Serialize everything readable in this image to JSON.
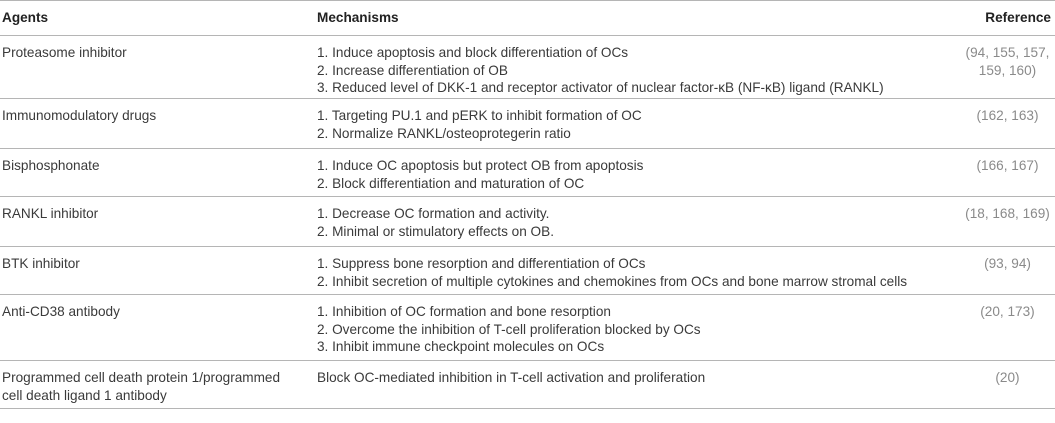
{
  "headers": {
    "agents": "Agents",
    "mechanisms": "Mechanisms",
    "reference": "Reference"
  },
  "rows": [
    {
      "agent": "Proteasome inhibitor",
      "mechanisms": [
        "1. Induce apoptosis and block differentiation of OCs",
        "2. Increase differentiation of OB",
        "3. Reduced level of DKK-1 and receptor activator of nuclear factor-κB (NF-κB) ligand (RANKL)"
      ],
      "reference": [
        "(94, 155, 157,",
        "159, 160)"
      ]
    },
    {
      "agent": "Immunomodulatory drugs",
      "mechanisms": [
        "1. Targeting PU.1 and pERK to inhibit formation of OC",
        "2. Normalize RANKL/osteoprotegerin ratio"
      ],
      "reference": [
        "(162, 163)"
      ]
    },
    {
      "agent": "Bisphosphonate",
      "mechanisms": [
        "1. Induce OC apoptosis but protect OB from apoptosis",
        "2. Block differentiation and maturation of OC"
      ],
      "reference": [
        "(166, 167)"
      ]
    },
    {
      "agent": "RANKL inhibitor",
      "mechanisms": [
        "1. Decrease OC formation and activity.",
        "2. Minimal or stimulatory effects on OB."
      ],
      "reference": [
        "(18, 168, 169)"
      ]
    },
    {
      "agent": "BTK inhibitor",
      "mechanisms": [
        "1. Suppress bone resorption and differentiation of OCs",
        "2. Inhibit secretion of multiple cytokines and chemokines from OCs and bone marrow stromal cells"
      ],
      "reference": [
        "(93, 94)"
      ]
    },
    {
      "agent": "Anti-CD38 antibody",
      "mechanisms": [
        "1. Inhibition of OC formation and bone resorption",
        "2. Overcome the inhibition of T-cell proliferation blocked by OCs",
        "3. Inhibit immune checkpoint molecules on OCs"
      ],
      "reference": [
        "(20, 173)"
      ]
    },
    {
      "agent_lines": [
        "Programmed cell death protein 1/programmed",
        "cell death ligand 1 antibody"
      ],
      "mechanisms": [
        "Block OC-mediated inhibition in T-cell activation and proliferation"
      ],
      "reference": [
        "(20)"
      ]
    }
  ]
}
